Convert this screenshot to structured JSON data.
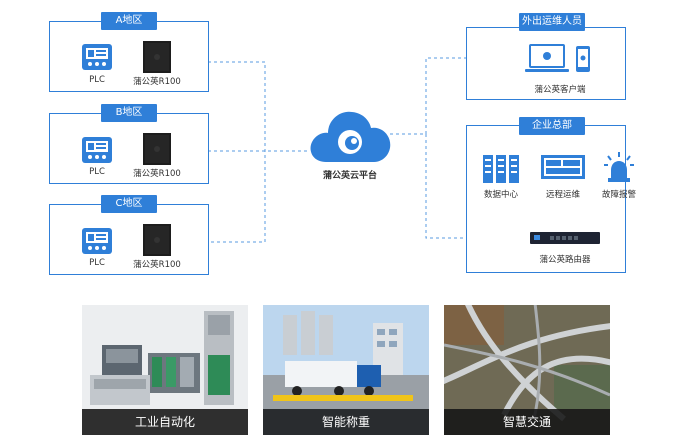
{
  "zones": {
    "a": {
      "title": "A地区",
      "plc_label": "PLC",
      "router_label": "蒲公英R100"
    },
    "b": {
      "title": "B地区",
      "plc_label": "PLC",
      "router_label": "蒲公英R100"
    },
    "c": {
      "title": "C地区",
      "plc_label": "PLC",
      "router_label": "蒲公英R100"
    }
  },
  "cloud": {
    "label": "蒲公英云平台"
  },
  "remote": {
    "title": "外出运维人员",
    "client_label": "蒲公英客户端"
  },
  "hq": {
    "title": "企业总部",
    "items": [
      {
        "label": "数据中心"
      },
      {
        "label": "远程运维"
      },
      {
        "label": "故障报警"
      }
    ],
    "router_label": "蒲公英路由器"
  },
  "photos": [
    {
      "caption": "工业自动化"
    },
    {
      "caption": "智能称重"
    },
    {
      "caption": "智慧交通"
    }
  ],
  "colors": {
    "accent": "#2f7fd8",
    "line": "#5a9be0",
    "caption_bg": "#141414"
  }
}
